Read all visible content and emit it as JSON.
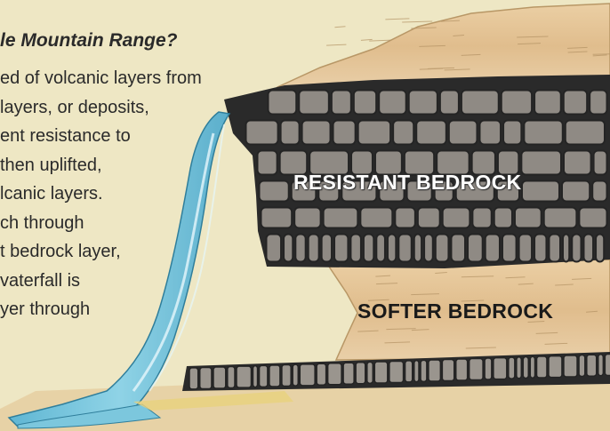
{
  "text_block": {
    "heading": "le Mountain Range?",
    "lines": [
      "ed of volcanic layers from",
      " layers, or deposits,",
      "ent resistance to",
      " then uplifted,",
      "lcanic layers.",
      "ch through",
      "t bedrock layer,",
      "vaterfall is",
      "yer through"
    ]
  },
  "diagram": {
    "labels": {
      "resistant": "RESISTANT BEDROCK",
      "softer": "SOFTER BEDROCK"
    },
    "colors": {
      "background": "#eee7c4",
      "sandstone": "#e4c69a",
      "rock_outline": "#242424",
      "rock_fill": "#8f8a84",
      "water": "#7cc7dd",
      "water_highlight": "#e6f6fb"
    }
  }
}
